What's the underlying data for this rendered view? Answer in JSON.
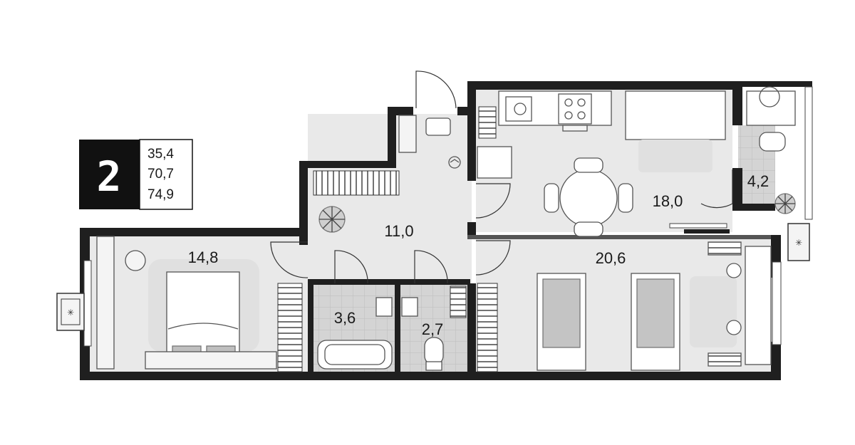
{
  "badge": {
    "rooms": "2",
    "areas": [
      "35,4",
      "70,7",
      "74,9"
    ]
  },
  "rooms": {
    "bedroom_left": "14,8",
    "hall": "11,0",
    "bath": "3,6",
    "wc": "2,7",
    "kitchen": "18,0",
    "balcony": "4,2",
    "bedroom_right": "20,6"
  },
  "colors": {
    "wall": "#1f1f1f",
    "floor": "#e8e8e8",
    "tile": "#cfcfcf",
    "furniture": "#f4f4f4",
    "line": "#9a9a9a",
    "badge_bg": "#111111"
  }
}
